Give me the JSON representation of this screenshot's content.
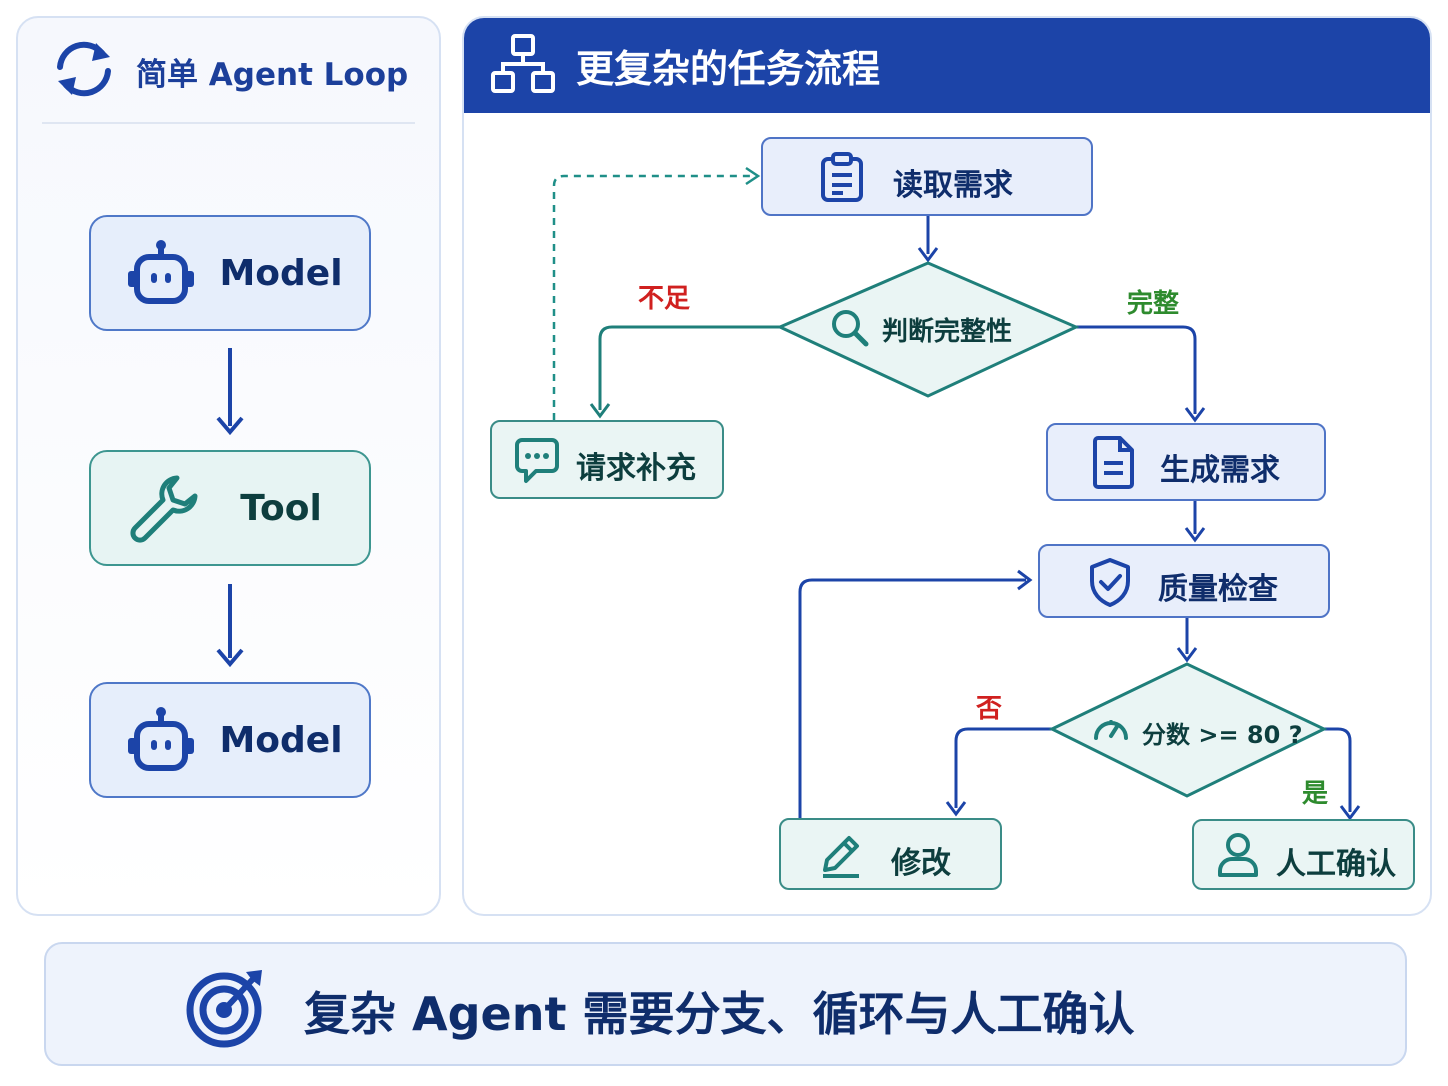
{
  "left_panel": {
    "title": "简单 Agent Loop",
    "title_icon": "refresh-cycle-icon",
    "boxes": [
      {
        "label": "Model",
        "icon": "robot-icon",
        "color": "#4f78c8"
      },
      {
        "label": "Tool",
        "icon": "wrench-icon",
        "color": "#3d9690"
      },
      {
        "label": "Model",
        "icon": "robot-icon",
        "color": "#4f78c8"
      }
    ]
  },
  "right_panel": {
    "title": "更复杂的任务流程",
    "title_icon": "hierarchy-icon",
    "header_color": "#1c44a8",
    "nodes": {
      "read_req": {
        "label": "读取需求",
        "icon": "clipboard-icon"
      },
      "judge": {
        "label": "判断完整性",
        "icon": "search-icon"
      },
      "request_more": {
        "label": "请求补充",
        "icon": "chat-bubble-icon"
      },
      "generate": {
        "label": "生成需求",
        "icon": "document-icon"
      },
      "quality": {
        "label": "质量检查",
        "icon": "shield-check-icon"
      },
      "score": {
        "label": "分数 >= 80 ?",
        "icon": "gauge-icon"
      },
      "revise": {
        "label": "修改",
        "icon": "pencil-icon"
      },
      "human": {
        "label": "人工确认",
        "icon": "user-icon"
      }
    },
    "branches": {
      "insufficient": "不足",
      "complete": "完整",
      "no": "否",
      "yes": "是"
    }
  },
  "banner": {
    "text": "复杂 Agent 需要分支、循环与人工确认",
    "icon": "target-icon"
  },
  "colors": {
    "blue_stroke": "#1c44a8",
    "teal_stroke": "#1f7f7a",
    "red_label": "#d0201f",
    "green_label": "#2e8b2e"
  }
}
